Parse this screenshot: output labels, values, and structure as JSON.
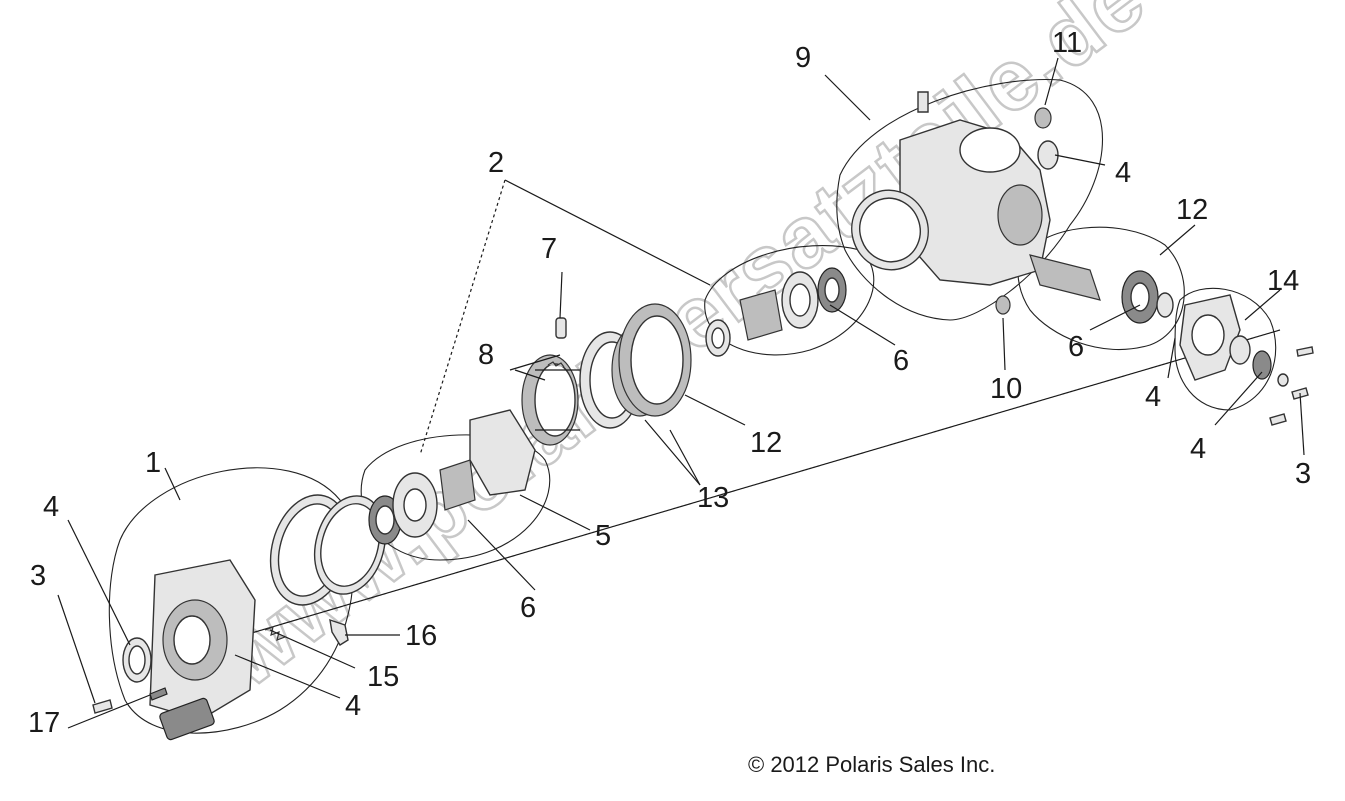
{
  "labels": {
    "l1": "1",
    "l2": "2",
    "l3a": "3",
    "l3b": "3",
    "l4a": "4",
    "l4b": "4",
    "l4c": "4",
    "l4d": "4",
    "l4e": "4",
    "l5": "5",
    "l6a": "6",
    "l6b": "6",
    "l6c": "6",
    "l7": "7",
    "l8": "8",
    "l9": "9",
    "l10": "10",
    "l11": "11",
    "l12a": "12",
    "l12b": "12",
    "l13": "13",
    "l14": "14",
    "l15": "15",
    "l16": "16",
    "l17": "17"
  },
  "copyright": "© 2012 Polaris Sales Inc.",
  "watermark": "www.polaris-ersatzteile.de"
}
